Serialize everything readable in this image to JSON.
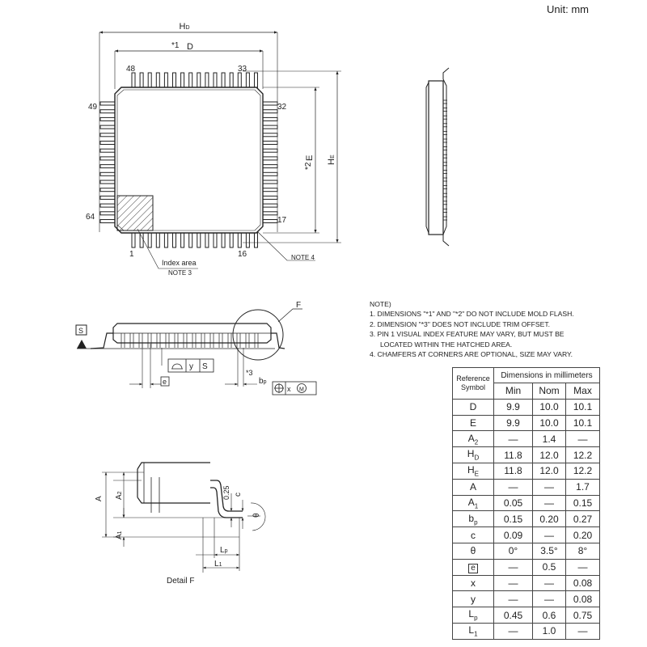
{
  "unit": "Unit: mm",
  "top_view": {
    "dim_hd": "H",
    "dim_hd_sub": "D",
    "dim_d": "D",
    "dim_d_mark": "*1",
    "dim_e": "E",
    "dim_e_mark": "*2",
    "dim_he": "H",
    "dim_he_sub": "E",
    "pin_48": "48",
    "pin_33": "33",
    "pin_49": "49",
    "pin_32": "32",
    "pin_64": "64",
    "pin_17": "17",
    "pin_1": "1",
    "pin_16": "16",
    "index_area": "Index area",
    "note3": "NOTE 3",
    "note4": "NOTE 4"
  },
  "side_view": {
    "datum_s": "S",
    "label_f": "F",
    "tol_y": "y",
    "tol_s": "S",
    "label_e": "e",
    "mark_3": "*3",
    "label_bp": "b",
    "label_bp_sub": "p",
    "tol_x": "x",
    "tol_m": "M"
  },
  "detail": {
    "title": "Detail F",
    "a": "A",
    "a2": "A",
    "a2_sub": "2",
    "a1": "A",
    "a1_sub": "1",
    "dim_025": "0.25",
    "c": "c",
    "theta": "θ",
    "lp": "L",
    "lp_sub": "p",
    "l1": "L",
    "l1_sub": "1"
  },
  "notes": {
    "heading": "NOTE)",
    "items": [
      "1.  DIMENSIONS \"*1\" AND \"*2\" DO NOT INCLUDE MOLD FLASH.",
      "2.  DIMENSION \"*3\" DOES NOT INCLUDE TRIM OFFSET.",
      "3.  PIN 1 VISUAL INDEX FEATURE MAY VARY, BUT MUST BE",
      "LOCATED WITHIN THE HATCHED AREA.",
      "4.  CHAMFERS AT CORNERS ARE OPTIONAL, SIZE MAY VARY."
    ]
  },
  "table": {
    "header_ref_line1": "Reference",
    "header_ref_line2": "Symbol",
    "header_dims": "Dimensions in millimeters",
    "header_min": "Min",
    "header_nom": "Nom",
    "header_max": "Max",
    "rows": [
      {
        "sym": "D",
        "sub": "",
        "min": "9.9",
        "nom": "10.0",
        "max": "10.1"
      },
      {
        "sym": "E",
        "sub": "",
        "min": "9.9",
        "nom": "10.0",
        "max": "10.1"
      },
      {
        "sym": "A",
        "sub": "2",
        "min": "—",
        "nom": "1.4",
        "max": "—"
      },
      {
        "sym": "H",
        "sub": "D",
        "min": "11.8",
        "nom": "12.0",
        "max": "12.2"
      },
      {
        "sym": "H",
        "sub": "E",
        "min": "11.8",
        "nom": "12.0",
        "max": "12.2"
      },
      {
        "sym": "A",
        "sub": "",
        "min": "—",
        "nom": "—",
        "max": "1.7"
      },
      {
        "sym": "A",
        "sub": "1",
        "min": "0.05",
        "nom": "—",
        "max": "0.15"
      },
      {
        "sym": "b",
        "sub": "p",
        "min": "0.15",
        "nom": "0.20",
        "max": "0.27"
      },
      {
        "sym": "c",
        "sub": "",
        "min": "0.09",
        "nom": "—",
        "max": "0.20"
      },
      {
        "sym": "θ",
        "sub": "",
        "min": "0°",
        "nom": "3.5°",
        "max": "8°"
      },
      {
        "sym": "e",
        "sub": "",
        "boxed": true,
        "min": "—",
        "nom": "0.5",
        "max": "—"
      },
      {
        "sym": "x",
        "sub": "",
        "min": "—",
        "nom": "—",
        "max": "0.08"
      },
      {
        "sym": "y",
        "sub": "",
        "min": "—",
        "nom": "—",
        "max": "0.08"
      },
      {
        "sym": "L",
        "sub": "p",
        "min": "0.45",
        "nom": "0.6",
        "max": "0.75"
      },
      {
        "sym": "L",
        "sub": "1",
        "min": "—",
        "nom": "1.0",
        "max": "—"
      }
    ]
  }
}
